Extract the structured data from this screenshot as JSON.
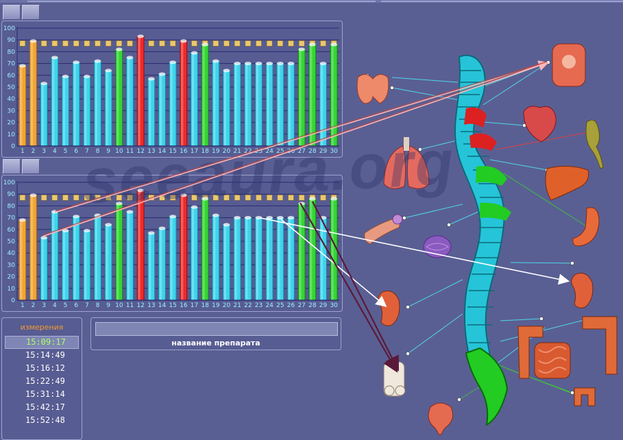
{
  "watermark": "seeaura.org",
  "colors": {
    "background": "#5a5f93",
    "bar_orange": "#e08a10",
    "bar_cyan": "#23c0dc",
    "bar_green": "#1fbb1f",
    "bar_red": "#dd1010",
    "measurement_selected_text": "#aaff66",
    "measurement_title": "#f39a2e"
  },
  "chart_data": [
    {
      "type": "bar",
      "categories": [
        "1",
        "2",
        "3",
        "4",
        "5",
        "6",
        "7",
        "8",
        "9",
        "10",
        "11",
        "12",
        "13",
        "14",
        "15",
        "16",
        "17",
        "18",
        "19",
        "20",
        "21",
        "22",
        "23",
        "24",
        "25",
        "26",
        "27",
        "28",
        "29",
        "30"
      ],
      "values": [
        68,
        89,
        53,
        75,
        59,
        71,
        59,
        72,
        64,
        82,
        75,
        93,
        57,
        61,
        71,
        89,
        79,
        86,
        72,
        64,
        70,
        70,
        70,
        70,
        70,
        70,
        82,
        86,
        70,
        86
      ],
      "bar_colors": [
        "orange",
        "orange",
        "cyan",
        "cyan",
        "cyan",
        "cyan",
        "cyan",
        "cyan",
        "cyan",
        "green",
        "cyan",
        "red",
        "cyan",
        "cyan",
        "cyan",
        "red",
        "cyan",
        "green",
        "cyan",
        "cyan",
        "cyan",
        "cyan",
        "cyan",
        "cyan",
        "cyan",
        "cyan",
        "green",
        "green",
        "cyan",
        "green"
      ],
      "reference_level": 87,
      "yticks": [
        "0",
        "10",
        "20",
        "30",
        "40",
        "50",
        "60",
        "70",
        "80",
        "90",
        "100"
      ],
      "ylim": [
        0,
        100
      ]
    },
    {
      "type": "bar",
      "categories": [
        "1",
        "2",
        "3",
        "4",
        "5",
        "6",
        "7",
        "8",
        "9",
        "10",
        "11",
        "12",
        "13",
        "14",
        "15",
        "16",
        "17",
        "18",
        "19",
        "20",
        "21",
        "22",
        "23",
        "24",
        "25",
        "26",
        "27",
        "28",
        "29",
        "30"
      ],
      "values": [
        68,
        89,
        53,
        75,
        59,
        71,
        59,
        72,
        64,
        82,
        75,
        93,
        57,
        61,
        71,
        89,
        79,
        86,
        72,
        64,
        70,
        70,
        70,
        70,
        70,
        70,
        82,
        86,
        70,
        86
      ],
      "bar_colors": [
        "orange",
        "orange",
        "cyan",
        "cyan",
        "cyan",
        "cyan",
        "cyan",
        "cyan",
        "cyan",
        "green",
        "cyan",
        "red",
        "cyan",
        "cyan",
        "cyan",
        "red",
        "cyan",
        "green",
        "cyan",
        "cyan",
        "cyan",
        "cyan",
        "cyan",
        "cyan",
        "cyan",
        "cyan",
        "green",
        "green",
        "cyan",
        "green"
      ],
      "reference_level": 87,
      "yticks": [
        "0",
        "10",
        "20",
        "30",
        "40",
        "50",
        "60",
        "70",
        "80",
        "90",
        "100"
      ],
      "ylim": [
        0,
        100
      ]
    }
  ],
  "measurements": {
    "title": "измерения",
    "items": [
      "15:09:17",
      "15:14:49",
      "15:16:12",
      "15:22:49",
      "15:31:14",
      "15:42:17",
      "15:52:48"
    ],
    "selected_index": 0
  },
  "drug": {
    "value": "",
    "label": "название препарата"
  },
  "anatomy": {
    "organs": [
      "nasopharynx-icon",
      "thyroid-icon",
      "heart-icon",
      "gallbladder-icon",
      "lungs-icon",
      "liver-icon",
      "pancreas-icon",
      "stomach-icon",
      "brain-icon",
      "kidney-icon",
      "kidney-icon",
      "colon-icon",
      "small-intestine-icon",
      "reproductive-organs-icon",
      "bladder-icon"
    ]
  }
}
